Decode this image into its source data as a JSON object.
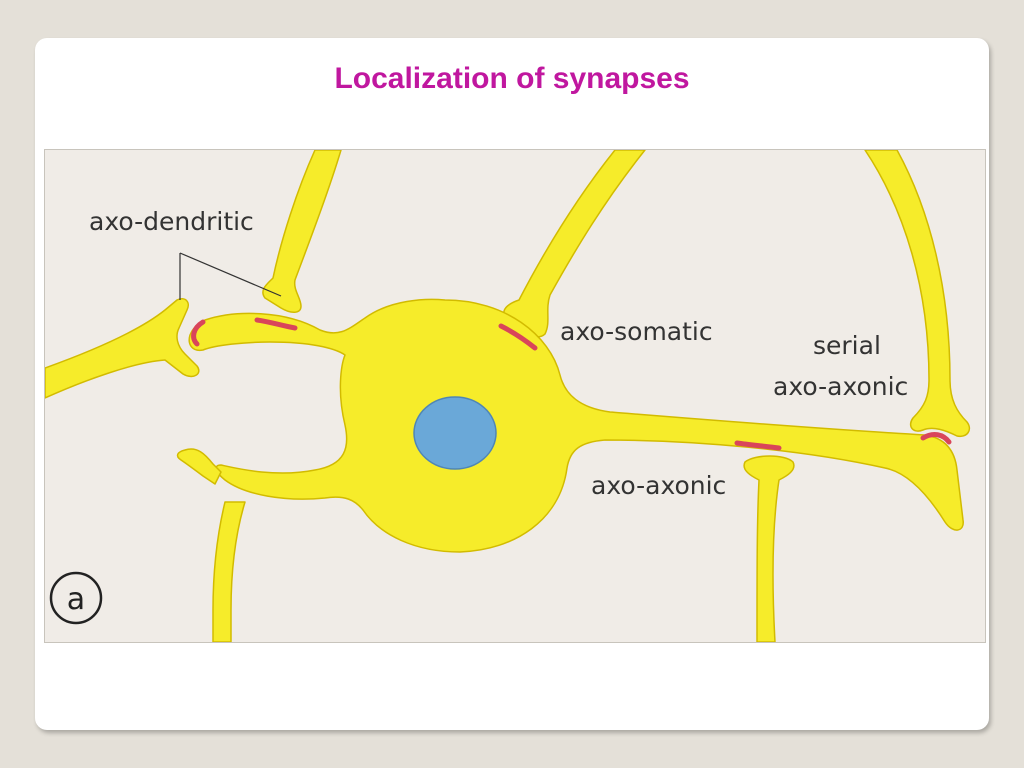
{
  "slide": {
    "title": "Localization of synapses"
  },
  "diagram": {
    "labels": {
      "axo_dendritic": "axo-dendritic",
      "axo_somatic": "axo-somatic",
      "serial_line1": "serial",
      "serial_line2": "axo-axonic",
      "axo_axonic": "axo-axonic",
      "panel": "a"
    },
    "colors": {
      "neuron": "#f6ec2a",
      "neuron_outline": "#c9b000",
      "nucleus": "#6aa8d8",
      "synapse": "#d9455a",
      "background": "#f0ece7",
      "title": "#c0179f"
    }
  }
}
